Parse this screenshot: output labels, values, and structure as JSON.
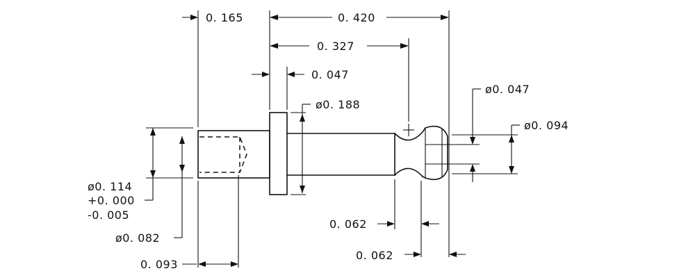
{
  "drawing": {
    "dimensions": {
      "d_0165": "0. 165",
      "d_0420": "0. 420",
      "d_0327": "0. 327",
      "d_0047": "0. 047",
      "dia_0188": "ø0. 188",
      "dia_0047": "ø0. 047",
      "dia_0094": "ø0. 094",
      "dia_0114": "ø0. 114",
      "tol_plus": "+0. 000",
      "tol_minus": "-0. 005",
      "dia_0082": "ø0. 082",
      "d_0062_a": "0. 062",
      "d_0062_b": "0. 062",
      "d_0093": "0. 093"
    }
  }
}
